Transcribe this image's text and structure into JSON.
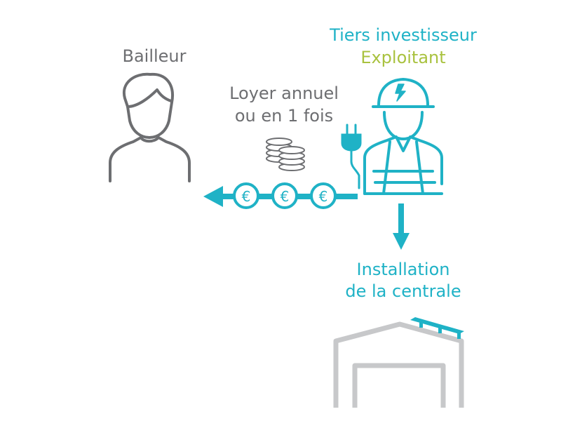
{
  "labels": {
    "bailleur": "Bailleur",
    "tiers_investisseur": "Tiers investisseur",
    "exploitant": "Exploitant",
    "loyer_line1": "Loyer annuel",
    "loyer_line2": "ou en 1 fois",
    "installation_line1": "Installation",
    "installation_line2": "de la centrale"
  },
  "euro_symbol": "€",
  "colors": {
    "teal": "#1fb2c6",
    "green": "#a9c23f",
    "gray": "#6d6e71",
    "light_gray": "#c7c8ca"
  },
  "icons": [
    "person-icon",
    "worker-icon",
    "plug-icon",
    "coins-icon",
    "euro-coin-icon",
    "warehouse-icon",
    "solar-panel-icon"
  ]
}
